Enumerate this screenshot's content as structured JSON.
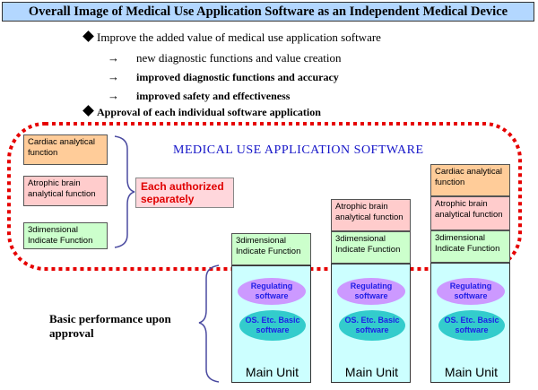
{
  "title": "Overall Image of Medical Use Application Software as an Independent Medical Device",
  "bullet1": "Improve the added value of medical use application software",
  "arrows": [
    "new diagnostic functions and value creation",
    "improved diagnostic functions and accuracy",
    "improved safety and effectiveness"
  ],
  "arrow_glyph": "→",
  "bullet2": "Approval of each individual software application",
  "app_software_label": "MEDICAL USE APPLICATION SOFTWARE",
  "left_boxes": {
    "cardiac": "Cardiac analytical function",
    "atrophic": "Atrophic brain analytical function",
    "dimensional": "3dimensional Indicate Function"
  },
  "authorized": "Each authorized separately",
  "basic_performance": "Basic performance upon approval",
  "units": [
    {
      "boxes": [
        "3dimensional Indicate Function"
      ],
      "regulating": "Regulating software",
      "os": "OS. Etc. Basic software",
      "main": "Main Unit"
    },
    {
      "boxes": [
        "Atrophic brain analytical function",
        "3dimensional Indicate Function"
      ],
      "regulating": "Regulating software",
      "os": "OS. Etc. Basic software",
      "main": "Main Unit"
    },
    {
      "boxes": [
        "Cardiac analytical function",
        "Atrophic brain analytical function",
        "3dimensional Indicate Function"
      ],
      "regulating": "Regulating software",
      "os": "OS. Etc. Basic software",
      "main": "Main Unit"
    }
  ],
  "colors": {
    "title_bg": "#b3d7ff",
    "dotted_border": "#e60000",
    "app_label": "#1414c8",
    "orange": "#ffcc99",
    "pink": "#ffcccc",
    "green": "#ccffcc",
    "unit": "#ccffff",
    "regulating": "#cc99ff",
    "os": "#33cccc"
  }
}
